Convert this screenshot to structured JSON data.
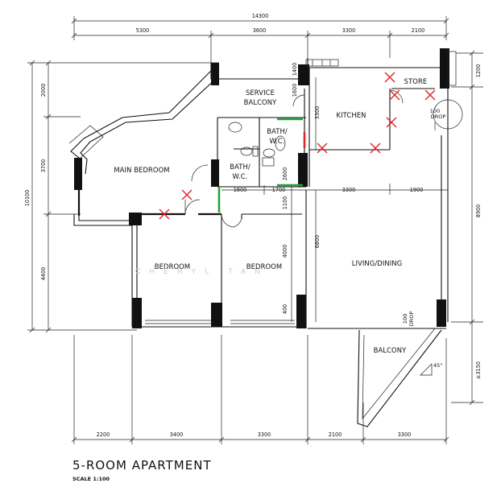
{
  "title": "5-ROOM APARTMENT",
  "scale": "SCALE  1:100",
  "watermark": "CHERYL TAN",
  "dimensions": {
    "overall_top": "14300",
    "top": [
      "5300",
      "3600",
      "3300",
      "2100"
    ],
    "bottom": [
      "2200",
      "3400",
      "3300",
      "2100",
      "3300"
    ],
    "left": [
      "2000",
      "3700",
      "4400"
    ],
    "left_total": "10100",
    "right": [
      "1200",
      "8900",
      "±3150"
    ],
    "service_balcony_h": "1400",
    "service_balcony_v": "1600",
    "kitchen_v": "3300",
    "bath_v": "2600",
    "corridor_h": [
      "1600",
      "1700"
    ],
    "kitchen_bottom": [
      "3300",
      "1900"
    ],
    "living_v": "6800",
    "bedroom_v": [
      "1100",
      "4000",
      "400"
    ],
    "drop_1": "100\nDROP",
    "drop_2": "100\nDROP",
    "angle": "45°"
  },
  "rooms": {
    "service_balcony": [
      "SERVICE",
      "BALCONY"
    ],
    "kitchen": "KITCHEN",
    "store": "STORE",
    "main_bedroom": "MAIN BEDROOM",
    "bath1": [
      "BATH/",
      "W.C."
    ],
    "bath2": [
      "BATH/",
      "W.C."
    ],
    "bedroom1": "BEDROOM",
    "bedroom2": "BEDROOM",
    "living": "LIVING/DINING",
    "balcony": "BALCONY"
  }
}
